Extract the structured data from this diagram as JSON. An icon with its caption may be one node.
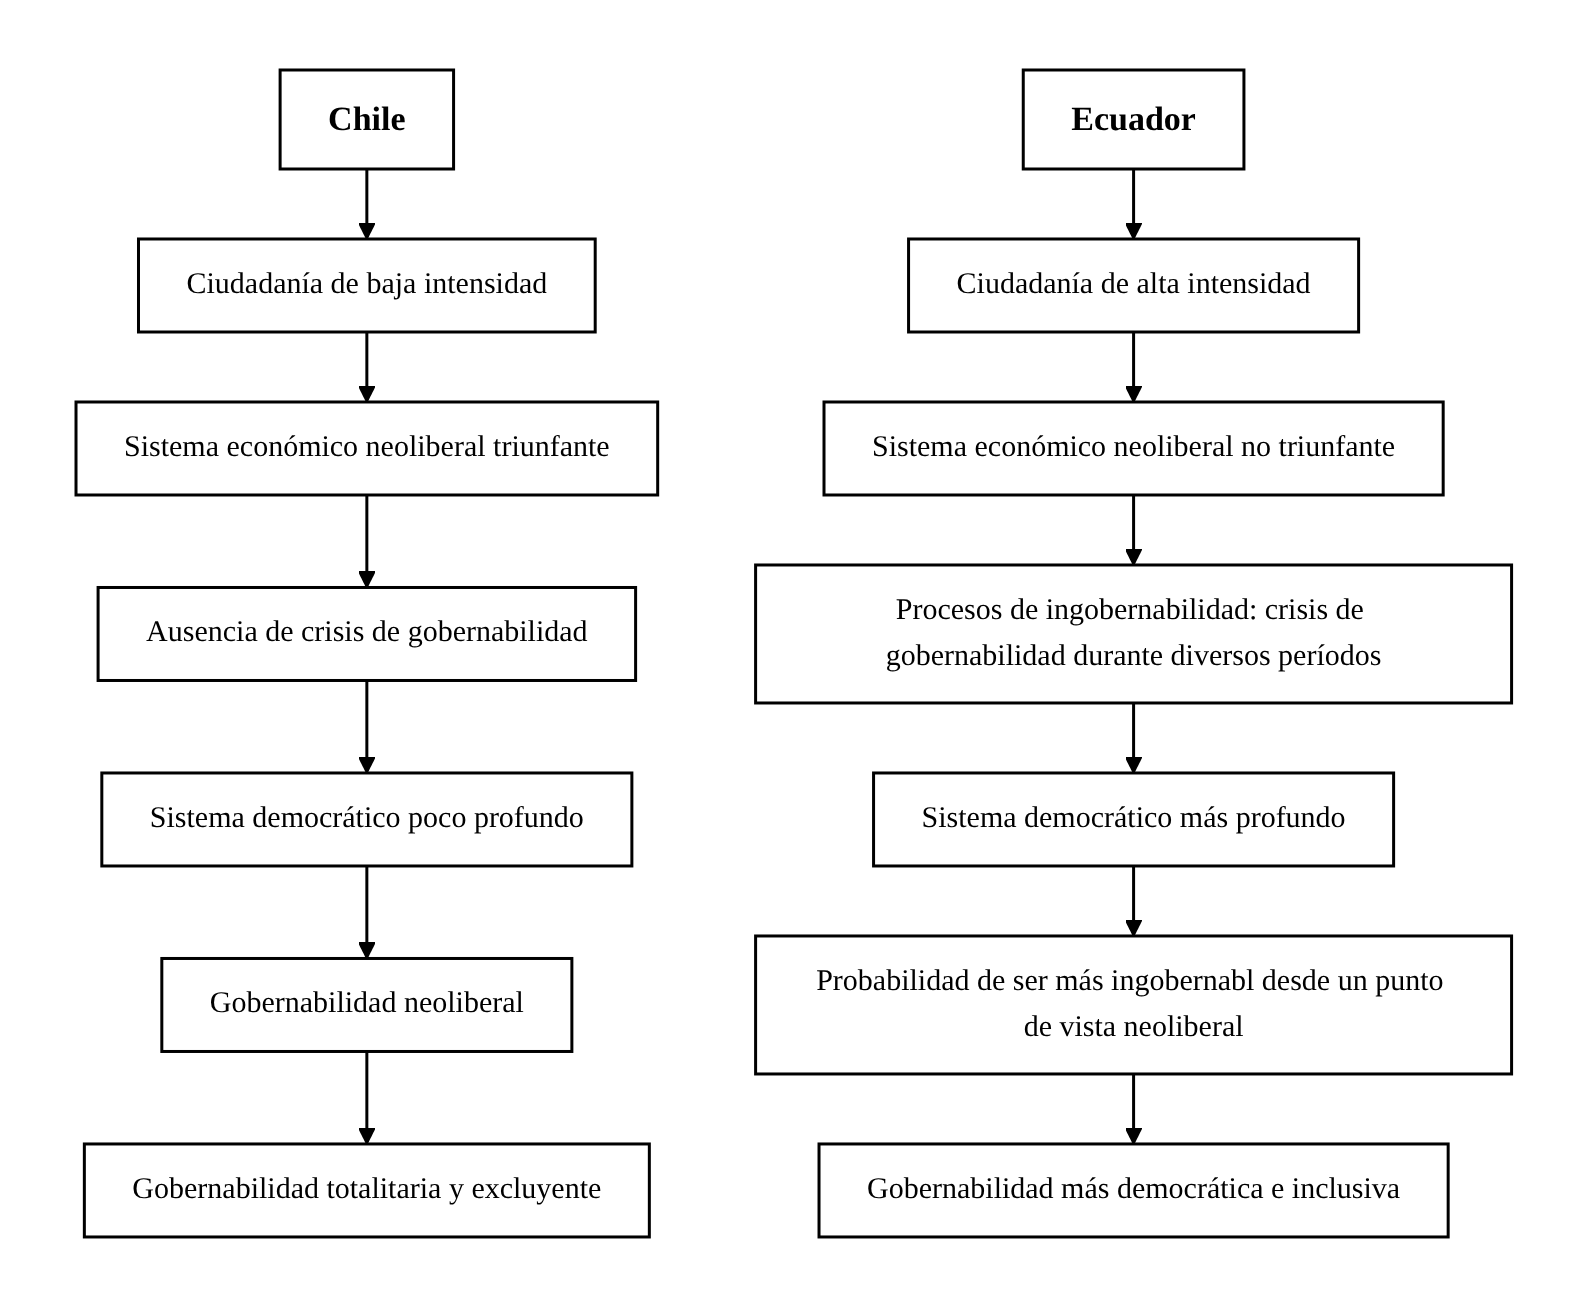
{
  "diagram": {
    "nodes": [
      {
        "text": [
          "Chile"
        ]
      },
      {
        "text": [
          "Ciudadanía de baja intensidad"
        ]
      },
      {
        "text": [
          "Sistema económico neoliberal triunfante"
        ]
      },
      {
        "text": [
          "Ausencia de crisis de gobernabilidad"
        ]
      },
      {
        "text": [
          "Sistema democrático poco profundo"
        ]
      },
      {
        "text": [
          "Gobernabilidad neoliberal"
        ]
      },
      {
        "text": [
          "Gobernabilidad totalitaria y excluyente"
        ]
      },
      {
        "text": [
          "Ecuador"
        ]
      },
      {
        "text": [
          "Ciudadanía de alta intensidad"
        ]
      },
      {
        "text": [
          "Sistema económico neoliberal no triunfante"
        ]
      },
      {
        "text": [
          "Procesos de ingobernabilidad: crisis de gobernabilidad durante diversos períodos"
        ]
      },
      {
        "text": [
          "Sistema democrático más profundo"
        ]
      },
      {
        "text": [
          "Probabilidad de ser más ingobernabl desde un punto de vista neoliberal"
        ]
      },
      {
        "text": [
          "Gobernabilidad más democrática e inclusiva"
        ]
      }
    ],
    "edges": [
      {
        "from": 0,
        "to": 1,
        "arrow": "to"
      },
      {
        "from": 1,
        "to": 2,
        "arrow": "to"
      },
      {
        "from": 2,
        "to": 3,
        "arrow": "to"
      },
      {
        "from": 3,
        "to": 4,
        "arrow": "to"
      },
      {
        "from": 4,
        "to": 5,
        "arrow": "to"
      },
      {
        "from": 5,
        "to": 6,
        "arrow": "to"
      },
      {
        "from": 7,
        "to": 8,
        "arrow": "to"
      },
      {
        "from": 8,
        "to": 9,
        "arrow": "to"
      },
      {
        "from": 9,
        "to": 10,
        "arrow": "to"
      },
      {
        "from": 10,
        "to": 11,
        "arrow": "to"
      },
      {
        "from": 11,
        "to": 12,
        "arrow": "to"
      },
      {
        "from": 12,
        "to": 13,
        "arrow": "to"
      }
    ]
  }
}
